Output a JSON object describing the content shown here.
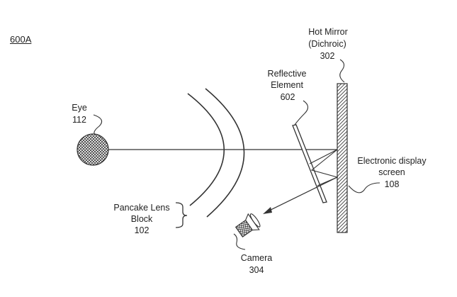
{
  "figure": {
    "label": "600A"
  },
  "labels": {
    "hot_mirror": {
      "line1": "Hot Mirror",
      "line2": "(Dichroic)",
      "num": "302"
    },
    "reflective": {
      "line1": "Reflective",
      "line2": "Element",
      "num": "602"
    },
    "eye": {
      "line1": "Eye",
      "num": "112"
    },
    "display": {
      "line1": "Electronic display",
      "line2": "screen",
      "num": "108"
    },
    "pancake": {
      "line1": "Pancake Lens",
      "line2": "Block",
      "num": "102"
    },
    "camera": {
      "line1": "Camera",
      "num": "304"
    }
  }
}
